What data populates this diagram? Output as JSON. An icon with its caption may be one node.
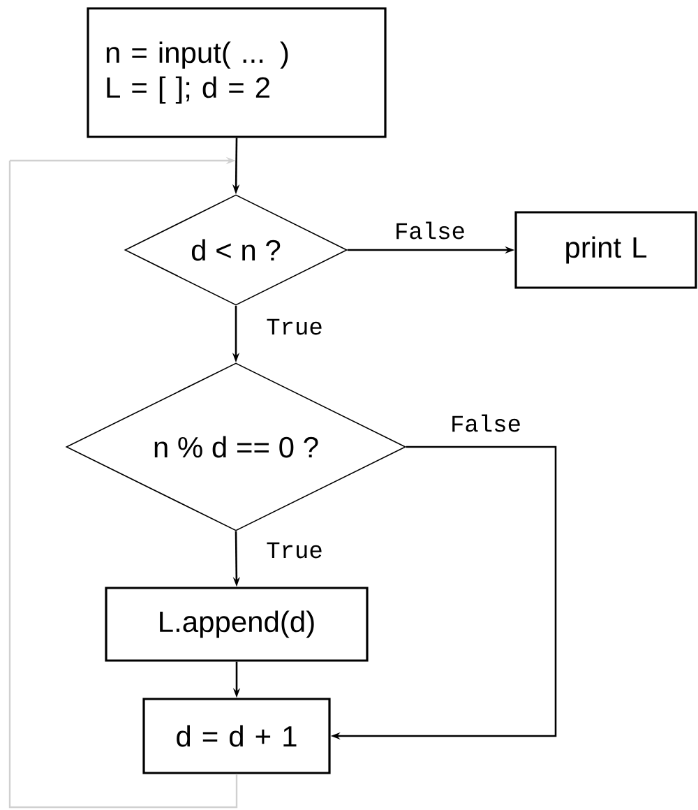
{
  "diagram": {
    "nodes": [
      {
        "text": [
          "n = input( ... )",
          "L = [ ];  d = 2"
        ]
      },
      {
        "text": [
          "d < n ?"
        ]
      },
      {
        "text": [
          "print L"
        ]
      },
      {
        "text": [
          "n % d == 0 ?"
        ]
      },
      {
        "text": [
          "L.append(d)"
        ]
      },
      {
        "text": [
          "d = d + 1"
        ]
      }
    ],
    "edges": [
      {
        "from": 0,
        "to": 1,
        "arrow": "to"
      },
      {
        "from": 1,
        "to": 2,
        "arrow": "to",
        "label": "False"
      },
      {
        "from": 1,
        "to": 3,
        "arrow": "to",
        "label": "True"
      },
      {
        "from": 3,
        "to": 4,
        "arrow": "to",
        "label": "True"
      },
      {
        "from": 3,
        "to": 5,
        "arrow": "to",
        "label": "False"
      },
      {
        "from": 4,
        "to": 5,
        "arrow": "to"
      },
      {
        "from": 5,
        "to": 1,
        "arrow": "to",
        "color": "#d0d0d0"
      }
    ]
  }
}
